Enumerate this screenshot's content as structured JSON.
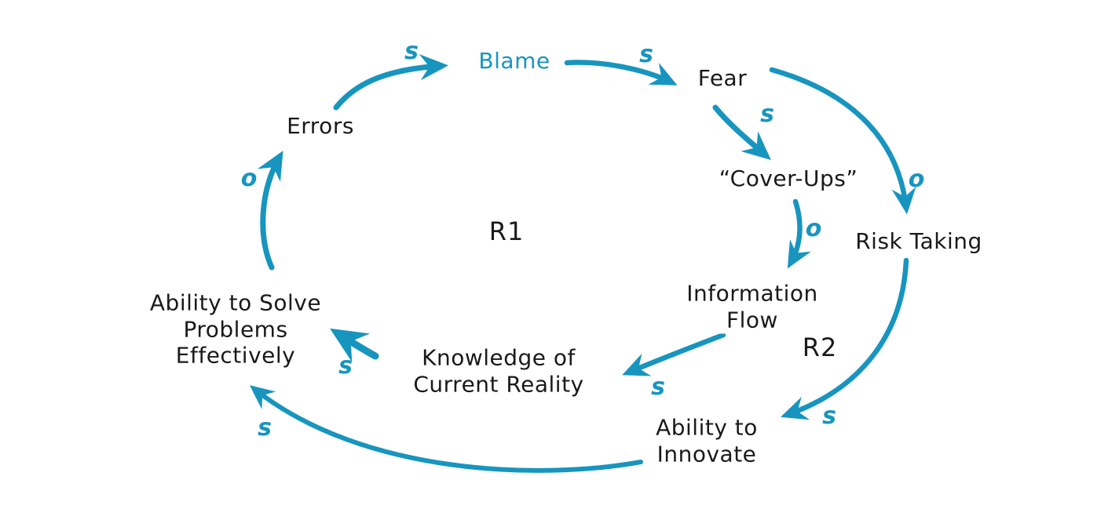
{
  "diagram": {
    "type": "causal-loop-diagram",
    "accent_color": "#1795BF",
    "text_color": "#1a1a1a",
    "nodes": {
      "errors": {
        "label": "Errors"
      },
      "blame": {
        "label": "Blame",
        "color": "#1795BF"
      },
      "fear": {
        "label": "Fear"
      },
      "cover_ups": {
        "label": "“Cover-Ups”"
      },
      "risk_taking": {
        "label": "Risk Taking"
      },
      "information_flow": {
        "label": "Information\nFlow"
      },
      "knowledge": {
        "label": "Knowledge of\nCurrent Reality"
      },
      "ability_innovate": {
        "label": "Ability to\nInnovate"
      },
      "ability_solve": {
        "label": "Ability to Solve\nProblems\nEffectively"
      }
    },
    "loops": {
      "r1": {
        "label": "R1"
      },
      "r2": {
        "label": "R2"
      }
    },
    "links": [
      {
        "from": "errors",
        "to": "blame",
        "polarity": "s"
      },
      {
        "from": "blame",
        "to": "fear",
        "polarity": "s"
      },
      {
        "from": "fear",
        "to": "cover_ups",
        "polarity": "s"
      },
      {
        "from": "fear",
        "to": "risk_taking",
        "polarity": "o"
      },
      {
        "from": "cover_ups",
        "to": "information_flow",
        "polarity": "o"
      },
      {
        "from": "information_flow",
        "to": "knowledge",
        "polarity": "s"
      },
      {
        "from": "knowledge",
        "to": "ability_solve",
        "polarity": "s"
      },
      {
        "from": "ability_solve",
        "to": "errors",
        "polarity": "o"
      },
      {
        "from": "risk_taking",
        "to": "ability_innovate",
        "polarity": "s"
      },
      {
        "from": "ability_innovate",
        "to": "ability_solve",
        "polarity": "s"
      }
    ]
  }
}
